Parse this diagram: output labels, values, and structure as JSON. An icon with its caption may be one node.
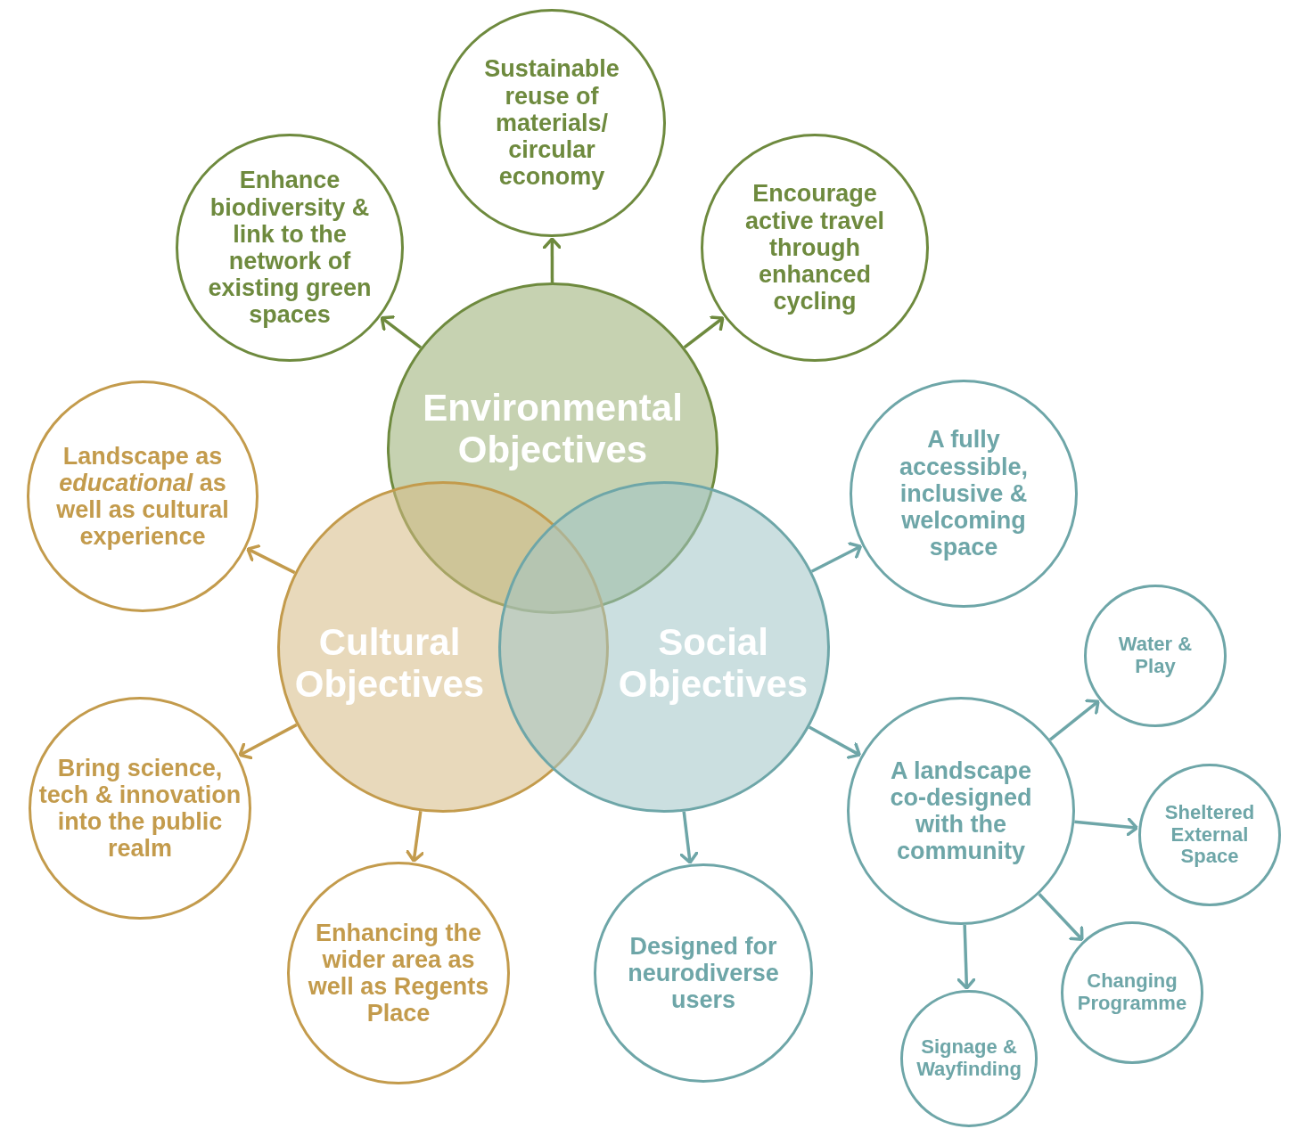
{
  "diagram": {
    "nodes": [
      {
        "text": [
          "Environmental Objectives"
        ]
      },
      {
        "text": [
          "Cultural Objectives"
        ]
      },
      {
        "text": [
          "Social Objectives"
        ]
      },
      {
        "text": [
          "Enhance biodiversity & link to the network of existing green spaces"
        ]
      },
      {
        "text": [
          "Sustainable reuse of materials/ circular economy"
        ]
      },
      {
        "text": [
          "Encourage active travel through enhanced cycling"
        ]
      },
      {
        "text": [
          "Landscape as *educational* as well as cultural experience"
        ]
      },
      {
        "text": [
          "Bring science, tech & innovation into the public realm"
        ]
      },
      {
        "text": [
          "Enhancing the wider area as well as Regents Place"
        ]
      },
      {
        "text": [
          "A fully accessible, inclusive & welcoming space"
        ]
      },
      {
        "text": [
          "A landscape co-designed with the community"
        ]
      },
      {
        "text": [
          "Designed for neurodiverse users"
        ]
      },
      {
        "text": [
          "Water & Play"
        ]
      },
      {
        "text": [
          "Sheltered External Space"
        ]
      },
      {
        "text": [
          "Changing Programme"
        ]
      },
      {
        "text": [
          "Signage & Wayfinding"
        ]
      }
    ],
    "edges": [
      {
        "from": 0,
        "to": 3,
        "arrow": "to",
        "color": "#6e8a3e"
      },
      {
        "from": 0,
        "to": 4,
        "arrow": "to",
        "color": "#6e8a3e"
      },
      {
        "from": 0,
        "to": 5,
        "arrow": "to",
        "color": "#6e8a3e"
      },
      {
        "from": 1,
        "to": 6,
        "arrow": "to",
        "color": "#c39b4c"
      },
      {
        "from": 1,
        "to": 7,
        "arrow": "to",
        "color": "#c39b4c"
      },
      {
        "from": 1,
        "to": 8,
        "arrow": "to",
        "color": "#c39b4c"
      },
      {
        "from": 2,
        "to": 9,
        "arrow": "to"
      },
      {
        "from": 2,
        "to": 10,
        "arrow": "to"
      },
      {
        "from": 2,
        "to": 11,
        "arrow": "to"
      },
      {
        "from": 10,
        "to": 12,
        "arrow": "to"
      },
      {
        "from": 10,
        "to": 13,
        "arrow": "to"
      },
      {
        "from": 10,
        "to": 14,
        "arrow": "to"
      },
      {
        "from": 10,
        "to": 15,
        "arrow": "to"
      }
    ]
  }
}
